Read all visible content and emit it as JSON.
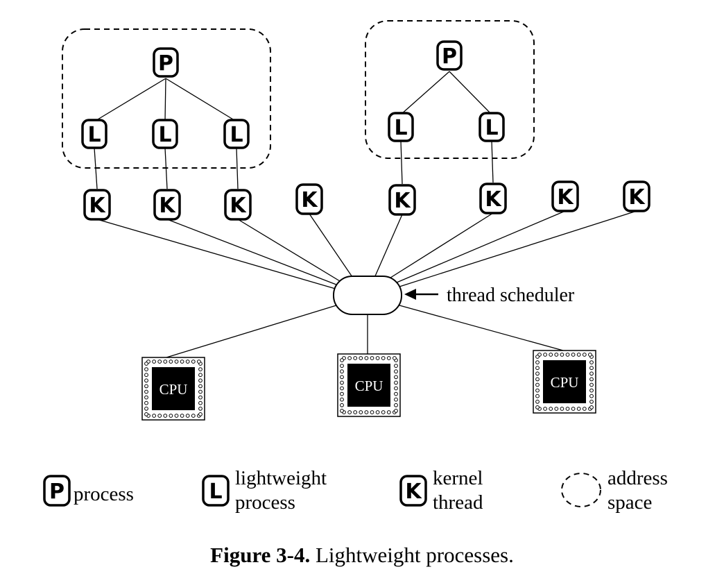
{
  "diagram": {
    "node_letters": {
      "process": "P",
      "lightweight": "L",
      "kernel": "K"
    },
    "scheduler_label": "thread scheduler",
    "cpu_label": "CPU",
    "legend": {
      "process": "process",
      "lightweight_1": "lightweight",
      "lightweight_2": "process",
      "kernel_1": "kernel",
      "kernel_2": "thread",
      "address_1": "address",
      "address_2": "space"
    },
    "caption": {
      "bold": "Figure 3-4.",
      "text": " Lightweight processes."
    }
  }
}
